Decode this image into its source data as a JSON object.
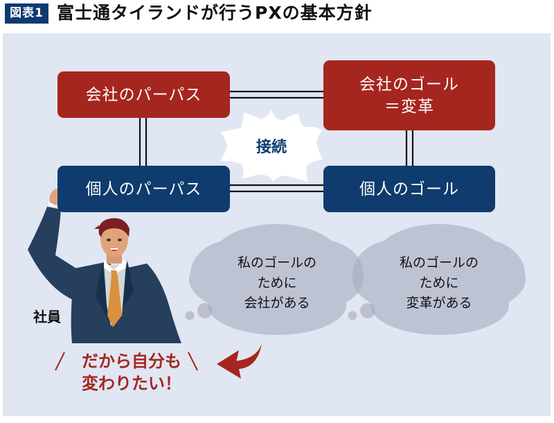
{
  "header": {
    "figure_label": "図表1",
    "title": "富士通タイランドが行うPXの基本方針"
  },
  "boxes": {
    "company_purpose": "会社のパーパス",
    "company_goal_line1": "会社のゴール",
    "company_goal_line2": "＝変革",
    "individual_purpose": "個人のパーパス",
    "individual_goal": "個人のゴール"
  },
  "connection_label": "接続",
  "clouds": [
    {
      "lines": [
        "私のゴールの",
        "ために",
        "会社がある"
      ]
    },
    {
      "lines": [
        "私のゴールの",
        "ために",
        "変革がある"
      ]
    }
  ],
  "employee_label": "社員",
  "exclamation": {
    "line1": "だから自分も",
    "line2": "変わりたい！",
    "slash_left": "／",
    "slash_right": "＼"
  },
  "colors": {
    "company_red": "#a5261f",
    "individual_blue": "#0f3b6e",
    "panel_bg": "#e0e6f2",
    "cloud_gray": "#c5c8d6"
  }
}
